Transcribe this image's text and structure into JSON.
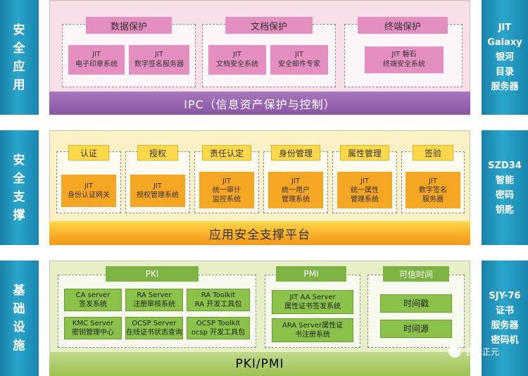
{
  "sidebars_left": [
    "安\n全\n应\n用",
    "安\n全\n支\n撑",
    "基\n础\n设\n施"
  ],
  "sidebars_right": [
    "JIT\nGalaxy\n银河\n目录\n服务器",
    "SZD34\n智能\n密码\n钥匙",
    "SJY-76\n证书\n服务器\n密码机"
  ],
  "apps": {
    "groups": [
      {
        "title": "数据保护",
        "items": [
          "JIT\n电子印章系统",
          "JIT\n数字签名服务器"
        ]
      },
      {
        "title": "文档保护",
        "items": [
          "JIT\n文档安全系统",
          "JIT\n安全邮件专家"
        ]
      },
      {
        "title": "终端保护",
        "items": [
          "JIT 磐石\n终端安全系统"
        ]
      }
    ],
    "band": "IPC（信息资产保护与控制）"
  },
  "support": {
    "groups": [
      {
        "title": "认证",
        "item": "JIT\n身份认证网关"
      },
      {
        "title": "授权",
        "item": "JIT\n授权管理系统"
      },
      {
        "title": "责任认定",
        "item": "JIT\n统一审计\n监控系统"
      },
      {
        "title": "身份管理",
        "item": "JIT\n统一用户\n管理系统"
      },
      {
        "title": "属性管理",
        "item": "JIT\n统一属性\n管理系统"
      },
      {
        "title": "签验",
        "item": "JIT\n数字签名\n服务器"
      }
    ],
    "band": "应用安全支撑平台"
  },
  "infra": {
    "pki": {
      "title": "PKI",
      "items": [
        "CA server\n签发系统",
        "RA Server\n注册审核系统",
        "RA Toolkit\nRA 开发工具包",
        "KMC Server\n密钥管理中心",
        "OCSP Server\n在线证书状态查询",
        "OCSP Toolkit\nocsp 开发工具包"
      ]
    },
    "pmi": {
      "title": "PMI",
      "items": [
        "JIT AA Server\n属性证书签发系统",
        "ARA Server属性证\n书注册系统"
      ]
    },
    "time": {
      "title": "可信时间",
      "items": [
        "时间戳",
        "时间源"
      ]
    },
    "band": "PKI/PMI"
  },
  "watermark": "吉大正元"
}
